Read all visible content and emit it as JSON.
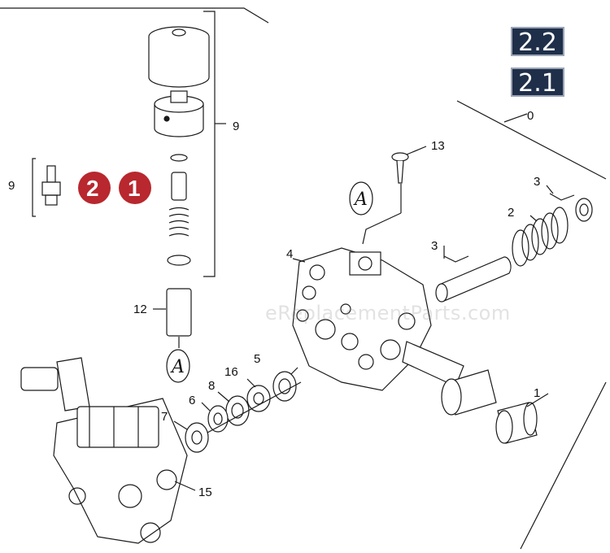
{
  "version_labels": [
    "2.2",
    "2.1"
  ],
  "callouts": {
    "assembly": "0",
    "nozzle_1": "1",
    "spring": "2",
    "ring_3_top": "3",
    "rod_3": "3",
    "manifold": "4",
    "seal_5": "5",
    "washer_6": "6",
    "seal_7": "7",
    "ring_8": "8",
    "valve_group": "9",
    "valve_small": "9",
    "valve_12": "12",
    "screw": "13",
    "pump_body": "15",
    "retainer_16": "16"
  },
  "reference_mark": "A",
  "badges": [
    "2",
    "1"
  ],
  "watermark": "eReplacementParts.com",
  "colors": {
    "badge_red": "#b8282e",
    "version_bg": "#1f2f4a",
    "line": "#1a1a1a"
  }
}
